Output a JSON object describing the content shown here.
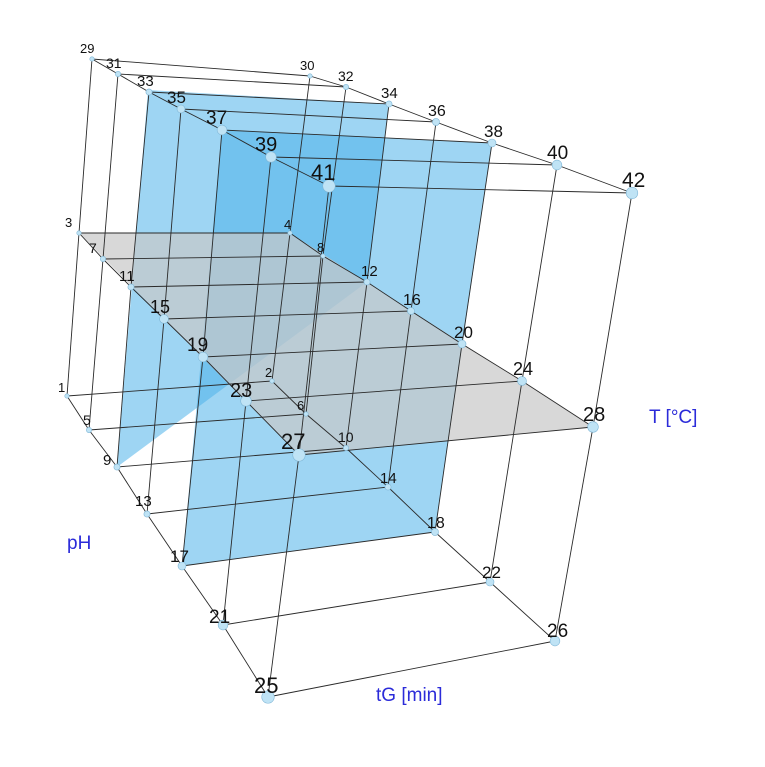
{
  "axes": {
    "temperature": "T [°C]",
    "ph": "pH",
    "time": "tG [min]"
  },
  "colors": {
    "plane_blue": "#4fb3ea",
    "plane_gray": "#c8c8c8",
    "axis_text": "#2b2bd9",
    "node": "#bfe3f5"
  },
  "points": [
    {
      "label": "1"
    },
    {
      "label": "2"
    },
    {
      "label": "3"
    },
    {
      "label": "4"
    },
    {
      "label": "5"
    },
    {
      "label": "6"
    },
    {
      "label": "7"
    },
    {
      "label": "8"
    },
    {
      "label": "9"
    },
    {
      "label": "10"
    },
    {
      "label": "11"
    },
    {
      "label": "12"
    },
    {
      "label": "13"
    },
    {
      "label": "14"
    },
    {
      "label": "15"
    },
    {
      "label": "16"
    },
    {
      "label": "17"
    },
    {
      "label": "18"
    },
    {
      "label": "19"
    },
    {
      "label": "20"
    },
    {
      "label": "21"
    },
    {
      "label": "22"
    },
    {
      "label": "23"
    },
    {
      "label": "24"
    },
    {
      "label": "25"
    },
    {
      "label": "26"
    },
    {
      "label": "27"
    },
    {
      "label": "28"
    },
    {
      "label": "29"
    },
    {
      "label": "30"
    },
    {
      "label": "31"
    },
    {
      "label": "32"
    },
    {
      "label": "33"
    },
    {
      "label": "34"
    },
    {
      "label": "35"
    },
    {
      "label": "36"
    },
    {
      "label": "37"
    },
    {
      "label": "38"
    },
    {
      "label": "39"
    },
    {
      "label": "40"
    },
    {
      "label": "41"
    },
    {
      "label": "42"
    }
  ]
}
